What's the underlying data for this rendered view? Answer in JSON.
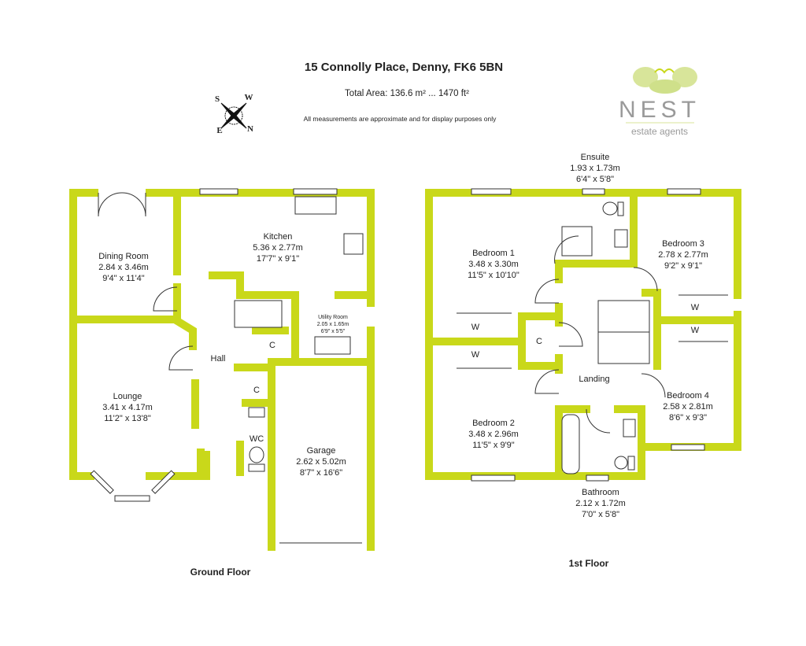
{
  "header": {
    "title": "15 Connolly Place, Denny, FK6 5BN",
    "total_area": "Total Area: 136.6 m² ... 1470 ft²",
    "disclaimer": "All measurements are approximate and for display purposes only"
  },
  "compass": {
    "s": "S",
    "w": "W",
    "e": "E",
    "n": "N"
  },
  "logo": {
    "name": "NEST",
    "tagline": "estate agents"
  },
  "colors": {
    "wall": "#c9d81a",
    "logo_text": "#9a9a9a"
  },
  "ground_floor": {
    "label": "Ground Floor",
    "rooms": [
      {
        "name": "Dining Room",
        "metric": "2.84 x 3.46m",
        "imperial": "9'4\" x 11'4\""
      },
      {
        "name": "Kitchen",
        "metric": "5.36 x 2.77m",
        "imperial": "17'7\" x 9'1\""
      },
      {
        "name": "Utility Room",
        "metric": "2.05 x 1.65m",
        "imperial": "6'9\" x 5'5\""
      },
      {
        "name": "Lounge",
        "metric": "3.41 x 4.17m",
        "imperial": "11'2\" x 13'8\""
      },
      {
        "name": "Garage",
        "metric": "2.62 x 5.02m",
        "imperial": "8'7\" x 16'6\""
      },
      {
        "name": "Hall"
      },
      {
        "name": "WC"
      },
      {
        "name": "C"
      },
      {
        "name": "C"
      }
    ]
  },
  "first_floor": {
    "label": "1st Floor",
    "rooms": [
      {
        "name": "Ensuite",
        "metric": "1.93 x 1.73m",
        "imperial": "6'4\" x 5'8\""
      },
      {
        "name": "Bedroom 1",
        "metric": "3.48 x 3.30m",
        "imperial": "11'5\" x 10'10\""
      },
      {
        "name": "Bedroom 3",
        "metric": "2.78 x 2.77m",
        "imperial": "9'2\" x 9'1\""
      },
      {
        "name": "Bedroom 2",
        "metric": "3.48 x 2.96m",
        "imperial": "11'5\" x 9'9\""
      },
      {
        "name": "Bedroom 4",
        "metric": "2.58 x 2.81m",
        "imperial": "8'6\" x 9'3\""
      },
      {
        "name": "Bathroom",
        "metric": "2.12 x 1.72m",
        "imperial": "7'0\" x 5'8\""
      },
      {
        "name": "Landing"
      },
      {
        "name": "C"
      },
      {
        "name": "W"
      },
      {
        "name": "W"
      },
      {
        "name": "W"
      },
      {
        "name": "W"
      }
    ]
  }
}
